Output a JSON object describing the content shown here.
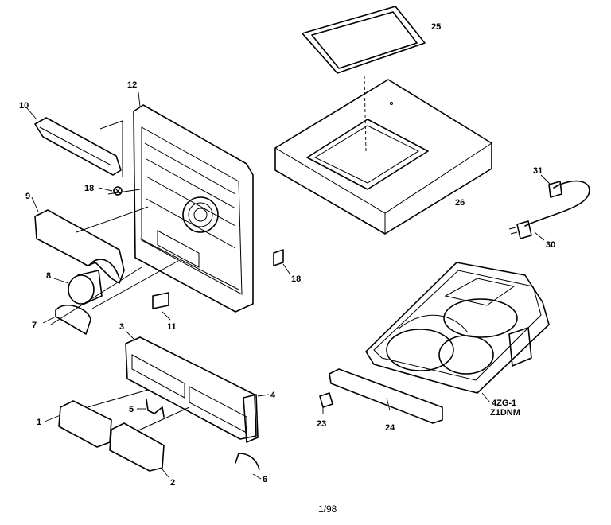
{
  "callouts": {
    "p1": "1",
    "p2": "2",
    "p3": "3",
    "p4": "4",
    "p5": "5",
    "p6": "6",
    "p7": "7",
    "p8": "8",
    "p9": "9",
    "p10": "10",
    "p11": "11",
    "p12": "12",
    "p18a": "18",
    "p18b": "18",
    "p23": "23",
    "p24": "24",
    "p25": "25",
    "p26": "26",
    "p30": "30",
    "p31": "31",
    "p4zg_line1": "4ZG-1",
    "p4zg_line2": "Z1DNM"
  },
  "footer": {
    "page_code": "1/98"
  }
}
